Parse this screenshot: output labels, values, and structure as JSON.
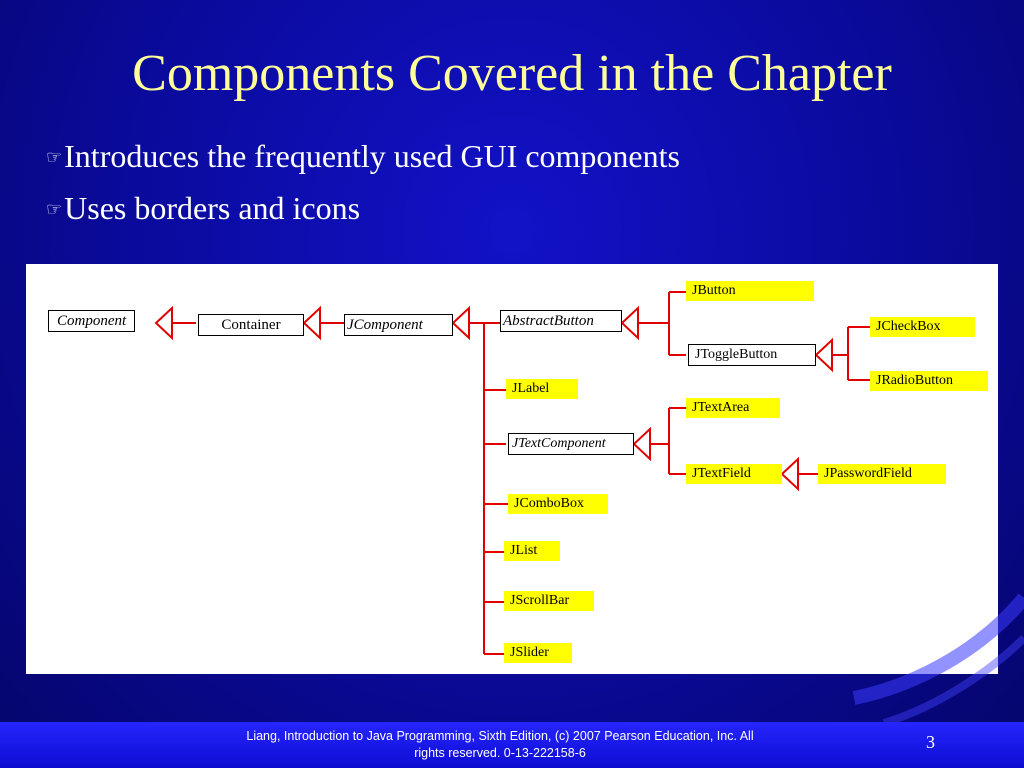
{
  "slide": {
    "title": "Components Covered in the Chapter",
    "bullets": [
      "Introduces the frequently used GUI components",
      "Uses borders and icons"
    ],
    "bullet_icon": "pointing-hand-icon"
  },
  "diagram": {
    "nodes": {
      "component": "Component",
      "container": "Container",
      "jcomponent": "JComponent",
      "abstractbutton": "AbstractButton",
      "jbutton": "JButton",
      "jtogglebutton": "JToggleButton",
      "jcheckbox": "JCheckBox",
      "jradiobutton": "JRadioButton",
      "jlabel": "JLabel",
      "jtextarea": "JTextArea",
      "jtextcomponent": "JTextComponent",
      "jtextfield": "JTextField",
      "jpasswordfield": "JPasswordField",
      "jcombobox": "JComboBox",
      "jlist": "JList",
      "jscrollbar": "JScrollBar",
      "jslider": "JSlider"
    },
    "colors": {
      "connector": "#e00000",
      "highlight": "#ffff00",
      "panel": "#ffffff"
    }
  },
  "footer": {
    "text_line1": "Liang, Introduction to Java Programming, Sixth Edition, (c) 2007 Pearson Education, Inc. All",
    "text_line2": "rights reserved. 0-13-222158-6",
    "page_number": "3"
  }
}
